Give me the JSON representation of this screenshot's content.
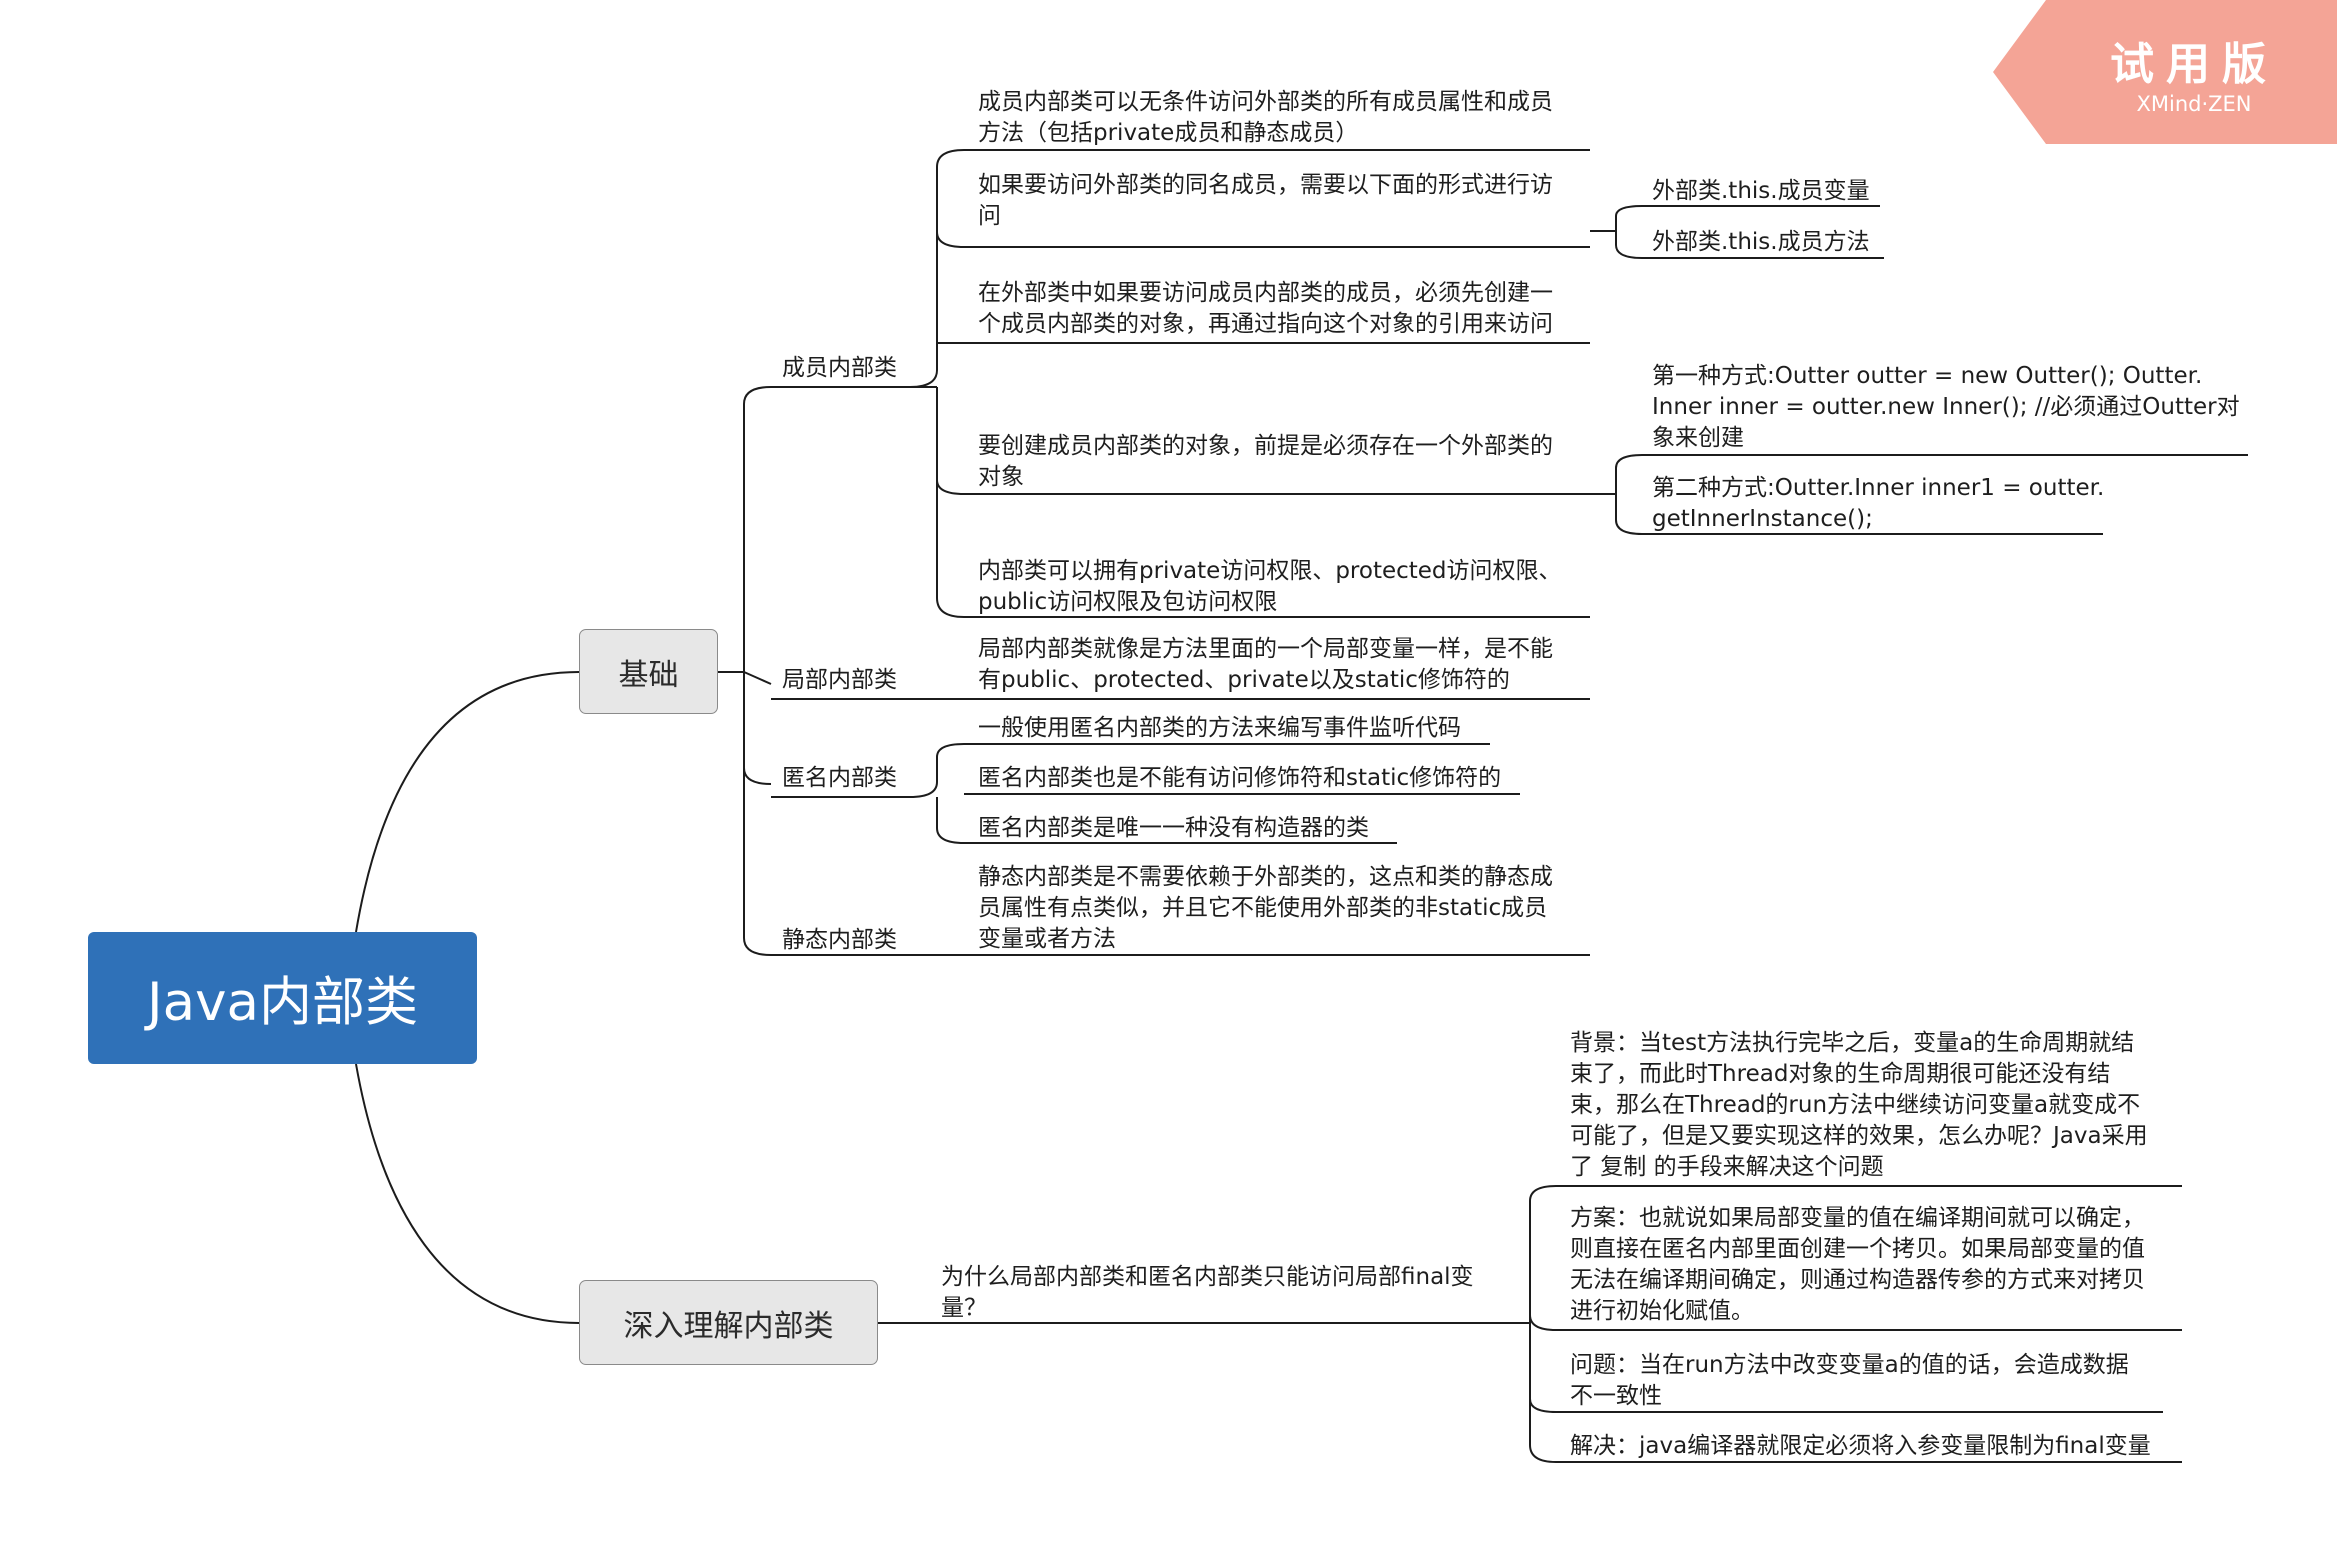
{
  "root": {
    "label": "Java内部类"
  },
  "watermark": {
    "title": "试用版",
    "subtitle": "XMind·ZEN"
  },
  "basics": {
    "label": "基础",
    "member": {
      "label": "成员内部类",
      "items": [
        [
          "成员内部类可以无条件访问外部类的所有成员属性和成员",
          "方法（包括private成员和静态成员）"
        ],
        [
          "如果要访问外部类的同名成员，需要以下面的形式进行访",
          "问"
        ],
        [
          "在外部类中如果要访问成员内部类的成员，必须先创建一",
          "个成员内部类的对象，再通过指向这个对象的引用来访问"
        ],
        [
          "要创建成员内部类的对象，前提是必须存在一个外部类的",
          "对象"
        ],
        [
          "内部类可以拥有private访问权限、protected访问权限、",
          "public访问权限及包访问权限"
        ]
      ],
      "same_name_forms": [
        "外部类.this.成员变量",
        "外部类.this.成员方法"
      ],
      "create_ways": [
        [
          "第一种方式:Outter outter = new Outter(); Outter.",
          "Inner inner = outter.new Inner();  //必须通过Outter对",
          "象来创建"
        ],
        [
          "第二种方式:Outter.Inner inner1 = outter.",
          "getInnerInstance();"
        ]
      ]
    },
    "local": {
      "label": "局部内部类",
      "items": [
        [
          "局部内部类就像是方法里面的一个局部变量一样，是不能",
          "有public、protected、private以及static修饰符的"
        ]
      ]
    },
    "anonymous": {
      "label": "匿名内部类",
      "items": [
        "一般使用匿名内部类的方法来编写事件监听代码",
        "匿名内部类也是不能有访问修饰符和static修饰符的",
        "匿名内部类是唯一一种没有构造器的类"
      ]
    },
    "static": {
      "label": "静态内部类",
      "items": [
        [
          "静态内部类是不需要依赖于外部类的，这点和类的静态成",
          "员属性有点类似，并且它不能使用外部类的非static成员",
          "变量或者方法"
        ]
      ]
    }
  },
  "deep": {
    "label": "深入理解内部类",
    "question": [
      "为什么局部内部类和匿名内部类只能访问局部final变",
      "量？"
    ],
    "answers": [
      [
        "背景：当test方法执行完毕之后，变量a的生命周期就结",
        "束了，而此时Thread对象的生命周期很可能还没有结",
        "束，那么在Thread的run方法中继续访问变量a就变成不",
        "可能了，但是又要实现这样的效果，怎么办呢？Java采用",
        "了 复制  的手段来解决这个问题"
      ],
      [
        "方案：也就说如果局部变量的值在编译期间就可以确定，",
        "则直接在匿名内部里面创建一个拷贝。如果局部变量的值",
        "无法在编译期间确定，则通过构造器传参的方式来对拷贝",
        "进行初始化赋值。"
      ],
      [
        "问题：当在run方法中改变变量a的值的话，会造成数据",
        "不一致性"
      ],
      [
        "解决：java编译器就限定必须将入参变量限制为final变量"
      ]
    ]
  }
}
